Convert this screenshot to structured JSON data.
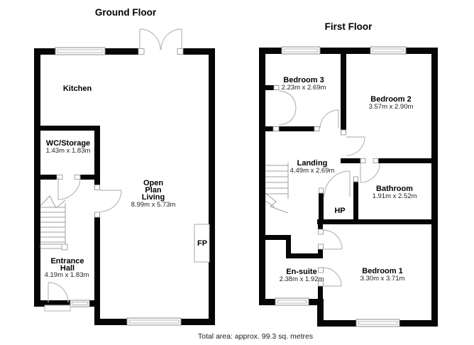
{
  "ground_floor": {
    "title": "Ground Floor",
    "kitchen": {
      "name": "Kitchen"
    },
    "wc_storage": {
      "name": "WC/Storage",
      "dims": "1.43m x 1.83m"
    },
    "open_plan_living": {
      "name_line1": "Open",
      "name_line2": "Plan",
      "name_line3": "Living",
      "dims": "8.99m x 5.73m"
    },
    "entrance_hall": {
      "name_line1": "Entrance",
      "name_line2": "Hall",
      "dims": "4.19m x 1.83m"
    },
    "fireplace": {
      "label": "FP"
    }
  },
  "first_floor": {
    "title": "First Floor",
    "bedroom3": {
      "name": "Bedroom 3",
      "dims": "2.23m x 2.69m"
    },
    "bedroom2": {
      "name": "Bedroom 2",
      "dims": "3.57m x 2.90m"
    },
    "landing": {
      "name": "Landing",
      "dims": "4.49m x 2.69m"
    },
    "bathroom": {
      "name": "Bathroom",
      "dims": "1.91m x 2.52m"
    },
    "hp_cupboard": {
      "label": "HP"
    },
    "ensuite": {
      "name": "En-suite",
      "dims": "2.38m x 1.92m"
    },
    "bedroom1": {
      "name": "Bedroom 1",
      "dims": "3.30m x 3.71m"
    }
  },
  "footer": {
    "total_area": "Total area: approx. 99.3 sq. metres"
  },
  "colors": {
    "walls": "#000000",
    "doors_windows": "#b0b0b0",
    "text": "#000000"
  }
}
